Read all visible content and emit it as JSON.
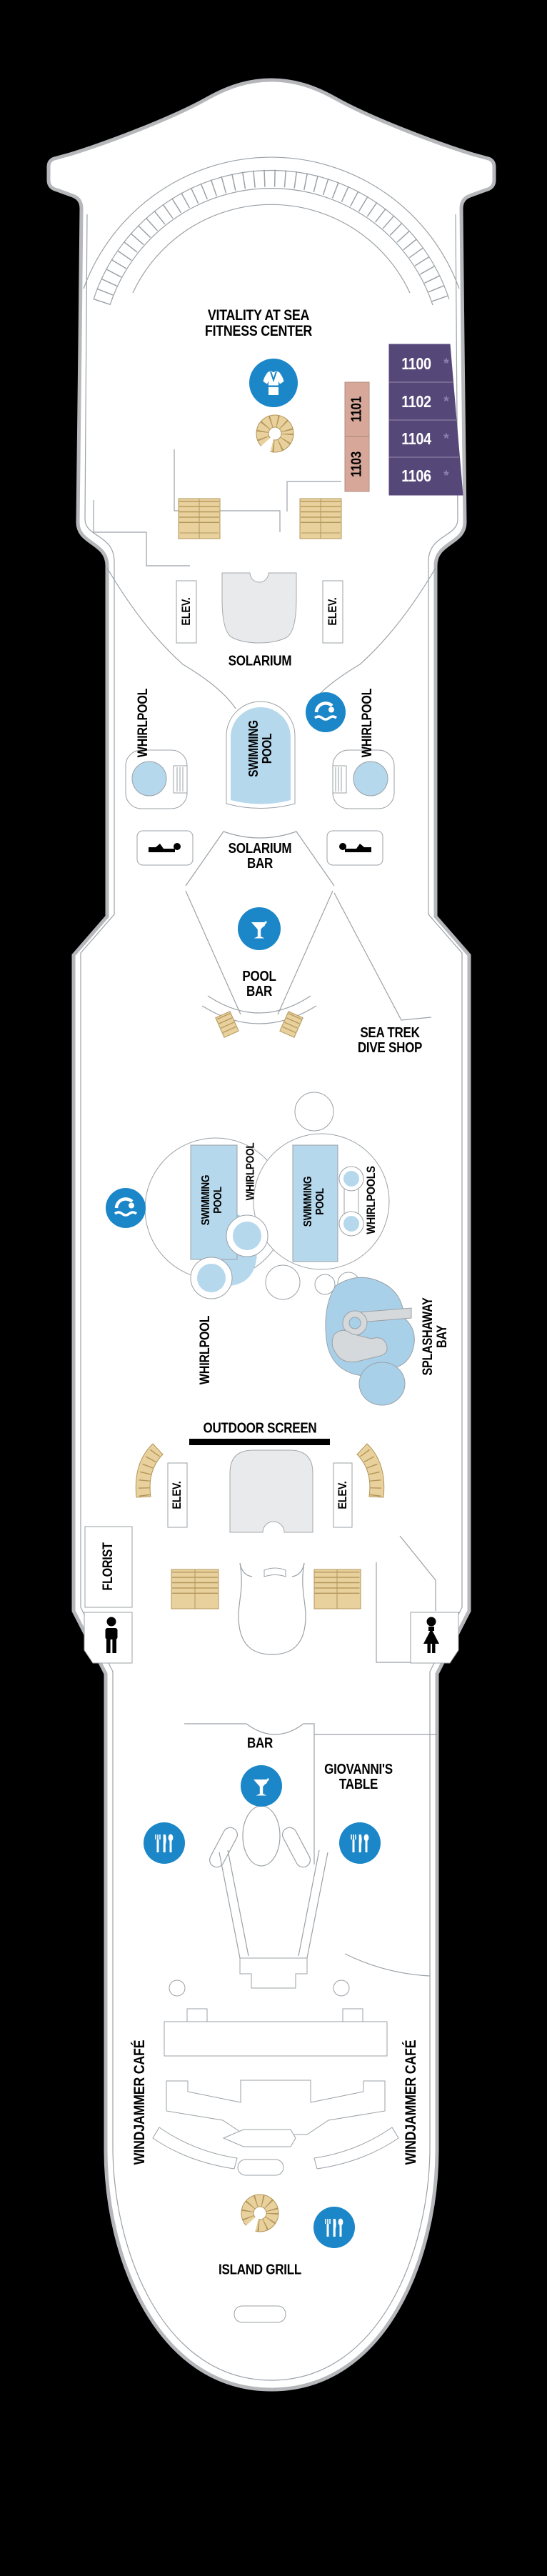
{
  "deck": {
    "areas": {
      "fitness": "VITALITY AT SEA\nFITNESS CENTER",
      "solarium": "SOLARIUM",
      "solarium_bar": "SOLARIUM\nBAR",
      "pool_bar": "POOL\nBAR",
      "sea_trek": "SEA TREK\nDIVE SHOP",
      "outdoor_screen": "OUTDOOR SCREEN",
      "bar": "BAR",
      "giovannis": "GIOVANNI'S\nTABLE",
      "island_grill": "ISLAND GRILL",
      "florist": "FLORIST",
      "elev": "ELEV.",
      "whirlpool": "WHIRLPOOL",
      "whirlpools": "WHIRLPOOLS",
      "swimming_pool": "SWIMMING\nPOOL",
      "splashaway": "SPLASHAWAY\nBAY",
      "windjammer": "WINDJAMMER CAFÉ"
    },
    "cabins": {
      "purple": [
        "1100",
        "1102",
        "1104",
        "1106"
      ],
      "pink": [
        "1101",
        "1103"
      ],
      "note": "*"
    },
    "icons": [
      "spa-robe-icon",
      "swimmer-icon",
      "martini-icon",
      "lounger-icon",
      "dining-cutlery-icon",
      "mens-restroom-icon",
      "womens-restroom-icon",
      "spiral-stair-icon",
      "stairs-icon",
      "waterslide-icon"
    ],
    "colors": {
      "icon_blue": "#1b86c8",
      "pool_blue": "#b5d8ec",
      "cabin_purple": "#564779",
      "cabin_pink": "#d7a89a",
      "stair_tan": "#e9d19e",
      "structure_gray": "#e8eaec",
      "hull_outline": "#b5b7ba",
      "background": "#000000"
    }
  }
}
